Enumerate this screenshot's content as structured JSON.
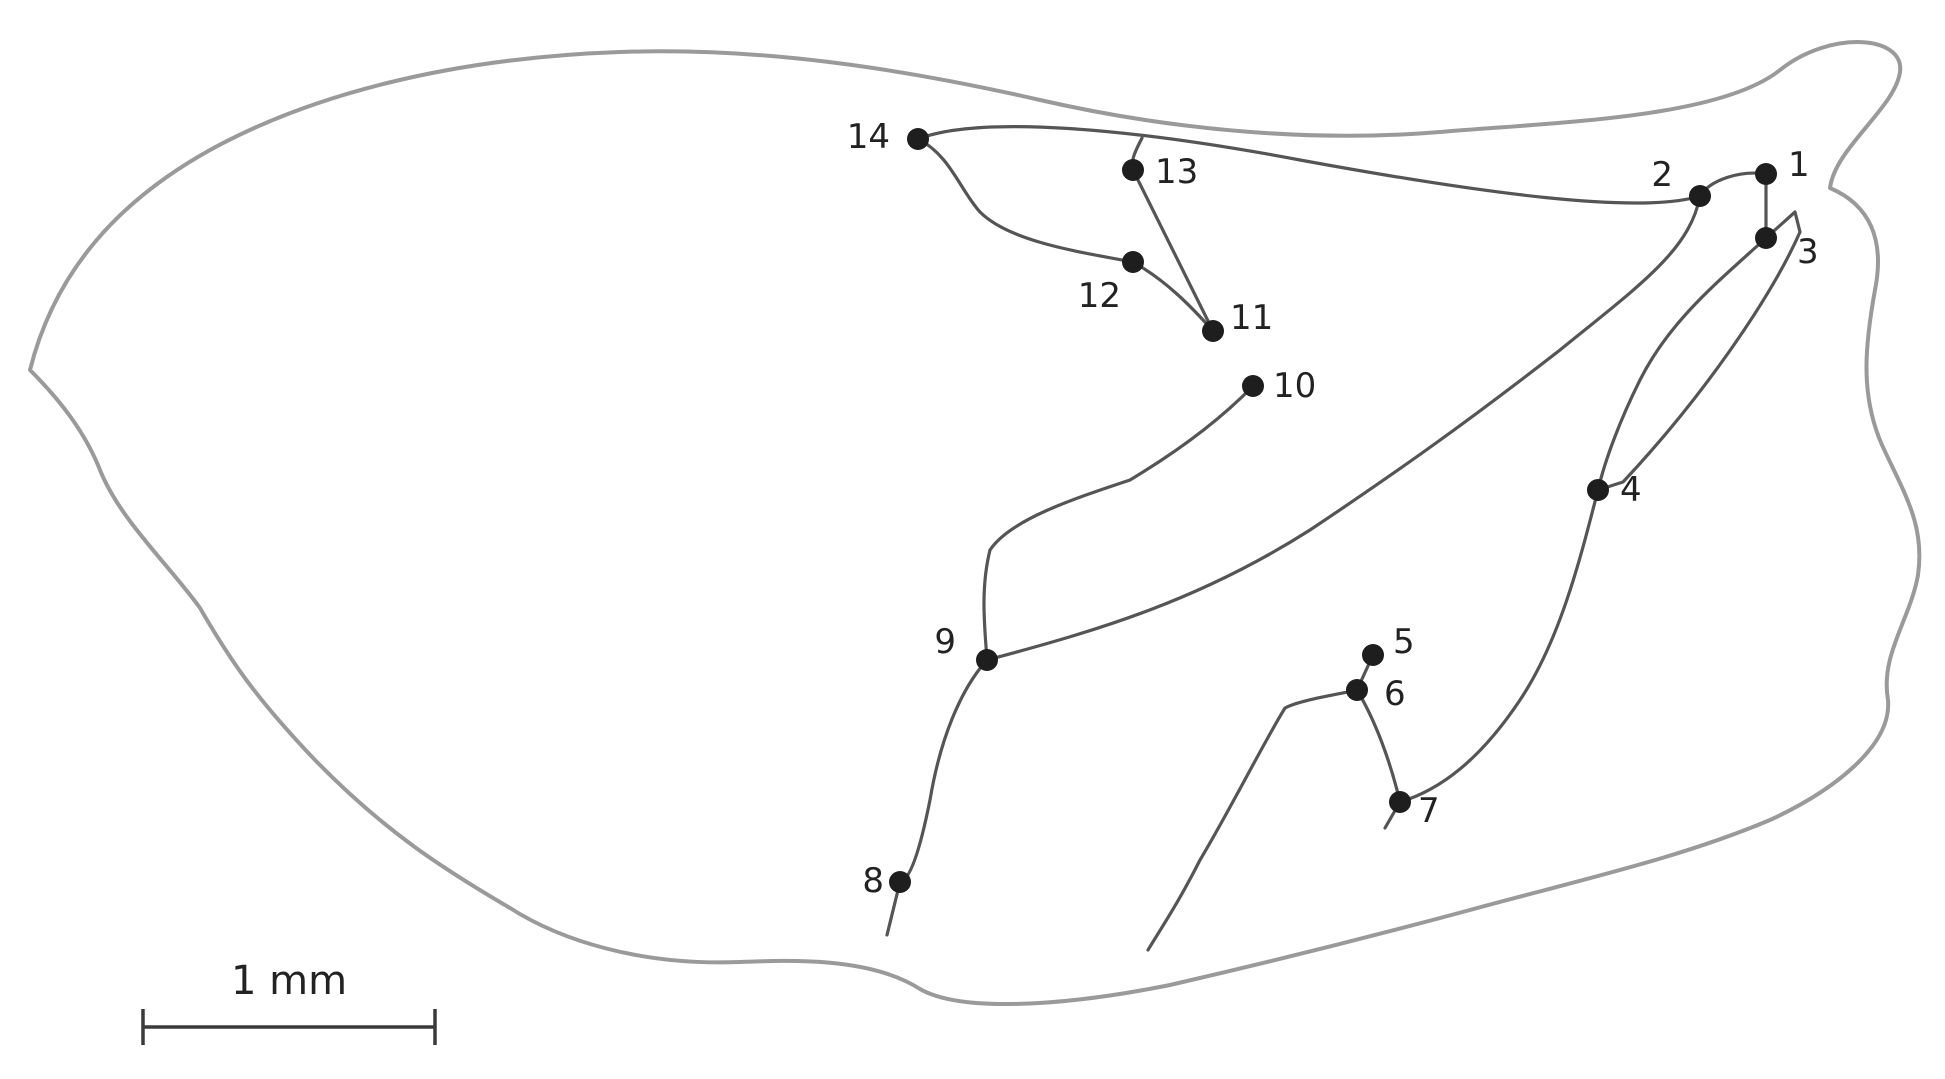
{
  "figure": {
    "outline_color": "#9a9a9a",
    "vein_color": "#555555",
    "dot_color": "#1e1e1e"
  },
  "landmarks": [
    {
      "id": "1",
      "label": "1"
    },
    {
      "id": "2",
      "label": "2"
    },
    {
      "id": "3",
      "label": "3"
    },
    {
      "id": "4",
      "label": "4"
    },
    {
      "id": "5",
      "label": "5"
    },
    {
      "id": "6",
      "label": "6"
    },
    {
      "id": "7",
      "label": "7"
    },
    {
      "id": "8",
      "label": "8"
    },
    {
      "id": "9",
      "label": "9"
    },
    {
      "id": "10",
      "label": "10"
    },
    {
      "id": "11",
      "label": "11"
    },
    {
      "id": "12",
      "label": "12"
    },
    {
      "id": "13",
      "label": "13"
    },
    {
      "id": "14",
      "label": "14"
    }
  ],
  "scale_bar": {
    "label": "1 mm"
  }
}
